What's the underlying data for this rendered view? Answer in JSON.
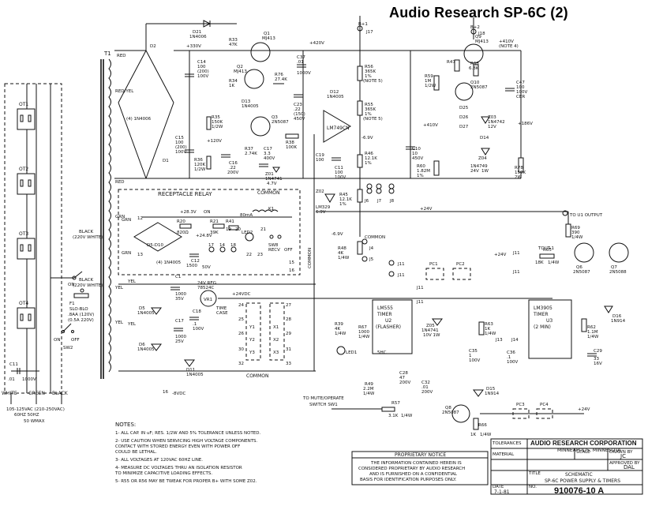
{
  "title": "Audio Research SP-6C (2)",
  "outlets": [
    "OT1",
    "OT2",
    "OT3",
    "OT4"
  ],
  "mains": {
    "wires": [
      "WHITE",
      "GREEN",
      "BLACK"
    ],
    "voltage": "105-125VAC (210-250VAC)",
    "freq": "60HZ 50HZ",
    "note": "50 WMAX",
    "c11": [
      "C11",
      ".01",
      "1000V"
    ]
  },
  "power_switch": {
    "label": "ON",
    "off": "OFF",
    "sw": "SW2"
  },
  "fuse": {
    "name": "F1",
    "type": "SLO-BLO",
    "rating": ".8AA (120V)",
    "rating2": "(0.5A 220V)"
  },
  "transformer": {
    "name": "T1",
    "taps": [
      "RED",
      "RED/YEL",
      "RED",
      "GRN",
      "YEL",
      "YEL"
    ],
    "primary": [
      "BLACK",
      "(220V WHITE)",
      "BLACK",
      "(220V WHITE)"
    ]
  },
  "hv_section": {
    "d21": [
      "D21",
      "1N4006"
    ],
    "d2": "D2",
    "d1": "D1",
    "d4": "(4) 1N4006",
    "c14": [
      "C14",
      "100",
      "(200)",
      "100V"
    ],
    "c15": [
      "C15",
      "100",
      "(200)",
      "100V"
    ],
    "r35": [
      "R35",
      "150K",
      "1/2W"
    ],
    "r36": [
      "R36",
      "120K",
      "1/2W"
    ],
    "c16": [
      "C16",
      ".22",
      "200V"
    ],
    "q1": [
      "Q1",
      "MJ413"
    ],
    "q2": [
      "Q2",
      "MJ413"
    ],
    "q3": [
      "Q3",
      "2N5087"
    ],
    "v_plus330": "+330V",
    "v_plus120": "+120V",
    "v_plus420": "+420V",
    "c37": [
      "C37",
      ".01",
      "1000V"
    ],
    "r33": [
      "R33",
      "47K"
    ],
    "r34": [
      "R34",
      "1K"
    ],
    "r76": [
      "R76",
      "27.4K"
    ],
    "c23": [
      "C23",
      ".22",
      "(150)",
      "450V"
    ],
    "d13": [
      "D13",
      "1N4005"
    ],
    "r37": [
      "R37",
      "2.74K"
    ],
    "c17": [
      "C17",
      "3.3",
      "400V"
    ],
    "z01": [
      "Z01",
      "1N4741",
      "4.7V"
    ],
    "common": "COMMON"
  },
  "regulator": {
    "u4": "LM749CN",
    "d12": [
      "D12",
      "1N4005"
    ],
    "r55": [
      "R55",
      "365K",
      "1%",
      "(NOTE 5)"
    ],
    "r56": [
      "R56",
      "365K",
      "1%",
      "(NOTE 5)"
    ],
    "r38": [
      "R38",
      "100K",
      "1/2W"
    ],
    "c11b": [
      "C11",
      "100",
      "100V"
    ],
    "r45": [
      "R45",
      "12.1K",
      "1%"
    ],
    "r46": [
      "R46",
      "12.1K",
      "1%"
    ],
    "z02": [
      "Z02",
      "LM329",
      "6.9V"
    ],
    "v_minus6": "-6.9V",
    "c19": [
      "C19",
      "100",
      "16V"
    ],
    "r48": [
      "R48",
      "4K",
      "1/4W"
    ],
    "j4": "J4",
    "j5": "J5",
    "j6": "J6",
    "j7": "J7",
    "j8": "J8",
    "common": "COMMON",
    "b1": "B+1",
    "j17": "J17",
    "v_plus": "+",
    "r59": [
      "R59",
      "1M",
      "1/2W"
    ],
    "r60": [
      "R60",
      "1.82M",
      "1%"
    ],
    "c10": [
      "C10",
      "10",
      "450V"
    ],
    "v_plus410": "+410V"
  },
  "b2_section": {
    "b2": "B+2",
    "j18": "J18",
    "q9": [
      "Q9",
      "MJ413"
    ],
    "v_plus410": "+410V",
    "note": "(NOTE 4)",
    "r47": [
      "R47",
      "1K",
      "1/4W"
    ],
    "r68": [
      "R68",
      "6.8K",
      "1%"
    ],
    "q10": [
      "Q10",
      "2N5087"
    ],
    "c47": [
      "C47",
      "100",
      "100V",
      "CER"
    ],
    "d25": "D25",
    "d26": "D26",
    "z03": [
      "Z03",
      "1N4742",
      "12V"
    ],
    "d27": "D27",
    "d14": "D14",
    "z04": [
      "Z04",
      "1N4749",
      "24V",
      "1W"
    ],
    "r78": [
      "R78",
      "150K",
      "2W"
    ],
    "v_plus186": "+186V"
  },
  "relay": {
    "label": "RECEPTACLE RELAY",
    "v_plus28": "+28.3V",
    "on": "ON",
    "r20": [
      "R20",
      "820Ω",
      "2W"
    ],
    "r21": [
      "R21",
      "39K",
      "2W"
    ],
    "d5_d10": "D5-D10",
    "d4x": "(4) 1N4005",
    "c12": [
      "C12",
      "1500",
      "50V"
    ],
    "v_plus24_8": "+24.8V",
    "r41": [
      "R41",
      "1K"
    ],
    "led2": "LED2",
    "sw8": [
      "SW8",
      "RECV",
      "OFF"
    ],
    "ma80": "80mA",
    "k1": "K1",
    "pins": [
      "12",
      "13",
      "17",
      "14",
      "18",
      "19",
      "20",
      "21",
      "22",
      "23",
      "15",
      "16"
    ],
    "grn": "GRN"
  },
  "psu_24": {
    "yel": "YEL",
    "c1": [
      "C1",
      "1000",
      "35V"
    ],
    "vr1": [
      "VR1",
      "24V REG",
      "78524C"
    ],
    "case": [
      "TIME",
      "CASE"
    ],
    "c17": [
      "C17",
      "1000",
      "25V"
    ],
    "c18": [
      "C18",
      ".1",
      "100V"
    ],
    "d5": [
      "D5",
      "1N4005"
    ],
    "d6": [
      "D6",
      "1N4005"
    ],
    "d11": [
      "D11",
      "1N4005"
    ],
    "v_plus24": "+24VDC",
    "v_minus8": "-8VDC",
    "y_labels": [
      "Y1",
      "Y2",
      "Y3",
      "X1",
      "X2",
      "X3"
    ],
    "common": "COMMON",
    "pins": [
      "24",
      "25",
      "26",
      "27",
      "28",
      "29",
      "30",
      "31",
      "32",
      "33",
      "16"
    ]
  },
  "timers": {
    "u2": [
      "LM555",
      "TIMER",
      "U2",
      "(FLASHER)"
    ],
    "u3": [
      "LM3905",
      "TIMER",
      "U3",
      "(2 MIN)"
    ],
    "pc1": "PC1",
    "pc2": "PC2",
    "r39": [
      "R39",
      "4K",
      "1/4W"
    ],
    "led1": "LED1",
    "r67": [
      "R67",
      "1000",
      "1/4W"
    ],
    "z05": [
      "Z05",
      "1N4741",
      "10V 1W"
    ],
    "c28": [
      "C28",
      "47",
      "200V"
    ],
    "r49": [
      "R49",
      "2.2M",
      "1/4W"
    ],
    "c35": [
      "C35",
      "1",
      "100V"
    ],
    "r63": [
      "R63",
      "1K",
      "1/4W"
    ],
    "c36": [
      "C36",
      ".1",
      "100V"
    ],
    "r62": [
      "R62",
      "1.1M",
      "1/4W"
    ],
    "c29": [
      "C29",
      "33",
      "16V"
    ],
    "d16": [
      "D16",
      "1N914"
    ],
    "j11": "J11",
    "j13": "J13",
    "j14": "J14",
    "v_plus24": "+24V",
    "v_plus24b": "+24V",
    "u2_sub": "5HC",
    "c32": [
      "C32",
      ".01",
      "200V"
    ],
    "r57": [
      "R57",
      "3.1K",
      "1/4W"
    ],
    "q8": [
      "Q8",
      "2N5087"
    ],
    "d15": [
      "D15",
      "1N914"
    ],
    "r66": [
      "R66",
      "1K",
      "1/4W"
    ],
    "pc3": "PC3",
    "pc4": "PC4",
    "mute": [
      "TO MUTE/OPERATE",
      "SWITCH SW1"
    ],
    "q6": [
      "Q6",
      "2N5087"
    ],
    "r65": [
      "R65",
      "18K",
      "1/4W"
    ],
    "r69": [
      "R69",
      "390",
      "1/4W"
    ],
    "q7": [
      "Q7",
      "2N5088"
    ],
    "u1out": "TO U1 OUTPUT",
    "tout": "TOUT-1"
  },
  "notes": [
    "NOTES:",
    "1- ALL CAP. IN uF; RES. 1/2W AND 5% TOLERANCE UNLESS NOTED.",
    "2- USE CAUTION WHEN SERVICING HIGH VOLTAGE COMPONENTS.",
    "   CONTACT WITH STORED ENERGY EVEN WITH POWER OFF",
    "   COULD BE LETHAL.",
    "3- ALL VOLTAGES AT 120VAC 60HZ LINE.",
    "4- MEASURE DC VOLTAGES THRU AN ISOLATION RESISTOR",
    "   TO MINIMIZE CAPACITIVE LOADING EFFECTS.",
    "5- R55 OR R56 MAY BE TWEAK FOR PROPER B+ WITH SOME Z02."
  ],
  "proprietary": {
    "heading": "PROPRIETARY NOTICE",
    "lines": [
      "THE INFORMATION CONTAINED HEREIN IS",
      "CONSIDERED PROPRIETARY BY AUDIO RESEARCH",
      "AND IS FURNISHED ON A CONFIDENTIAL",
      "BASIS FOR IDENTIFICATION PURPOSES ONLY."
    ]
  },
  "title_block": {
    "company": "AUDIO RESEARCH CORPORATION",
    "city": "MINNEAPOLIS, MINNESOTA",
    "drawn": "JC",
    "approved": "DAL",
    "doc_type": "SCHEMATIC",
    "doc_title": "SP-6C POWER SUPPLY & TIMERS",
    "date": "7-1-81",
    "number": "910076-10 A",
    "labels": [
      "TOLERANCES",
      "MATERIAL",
      "SCALE",
      "DRAWN BY",
      "APPROVED BY",
      "TITLE",
      "DATE",
      "NO."
    ]
  }
}
